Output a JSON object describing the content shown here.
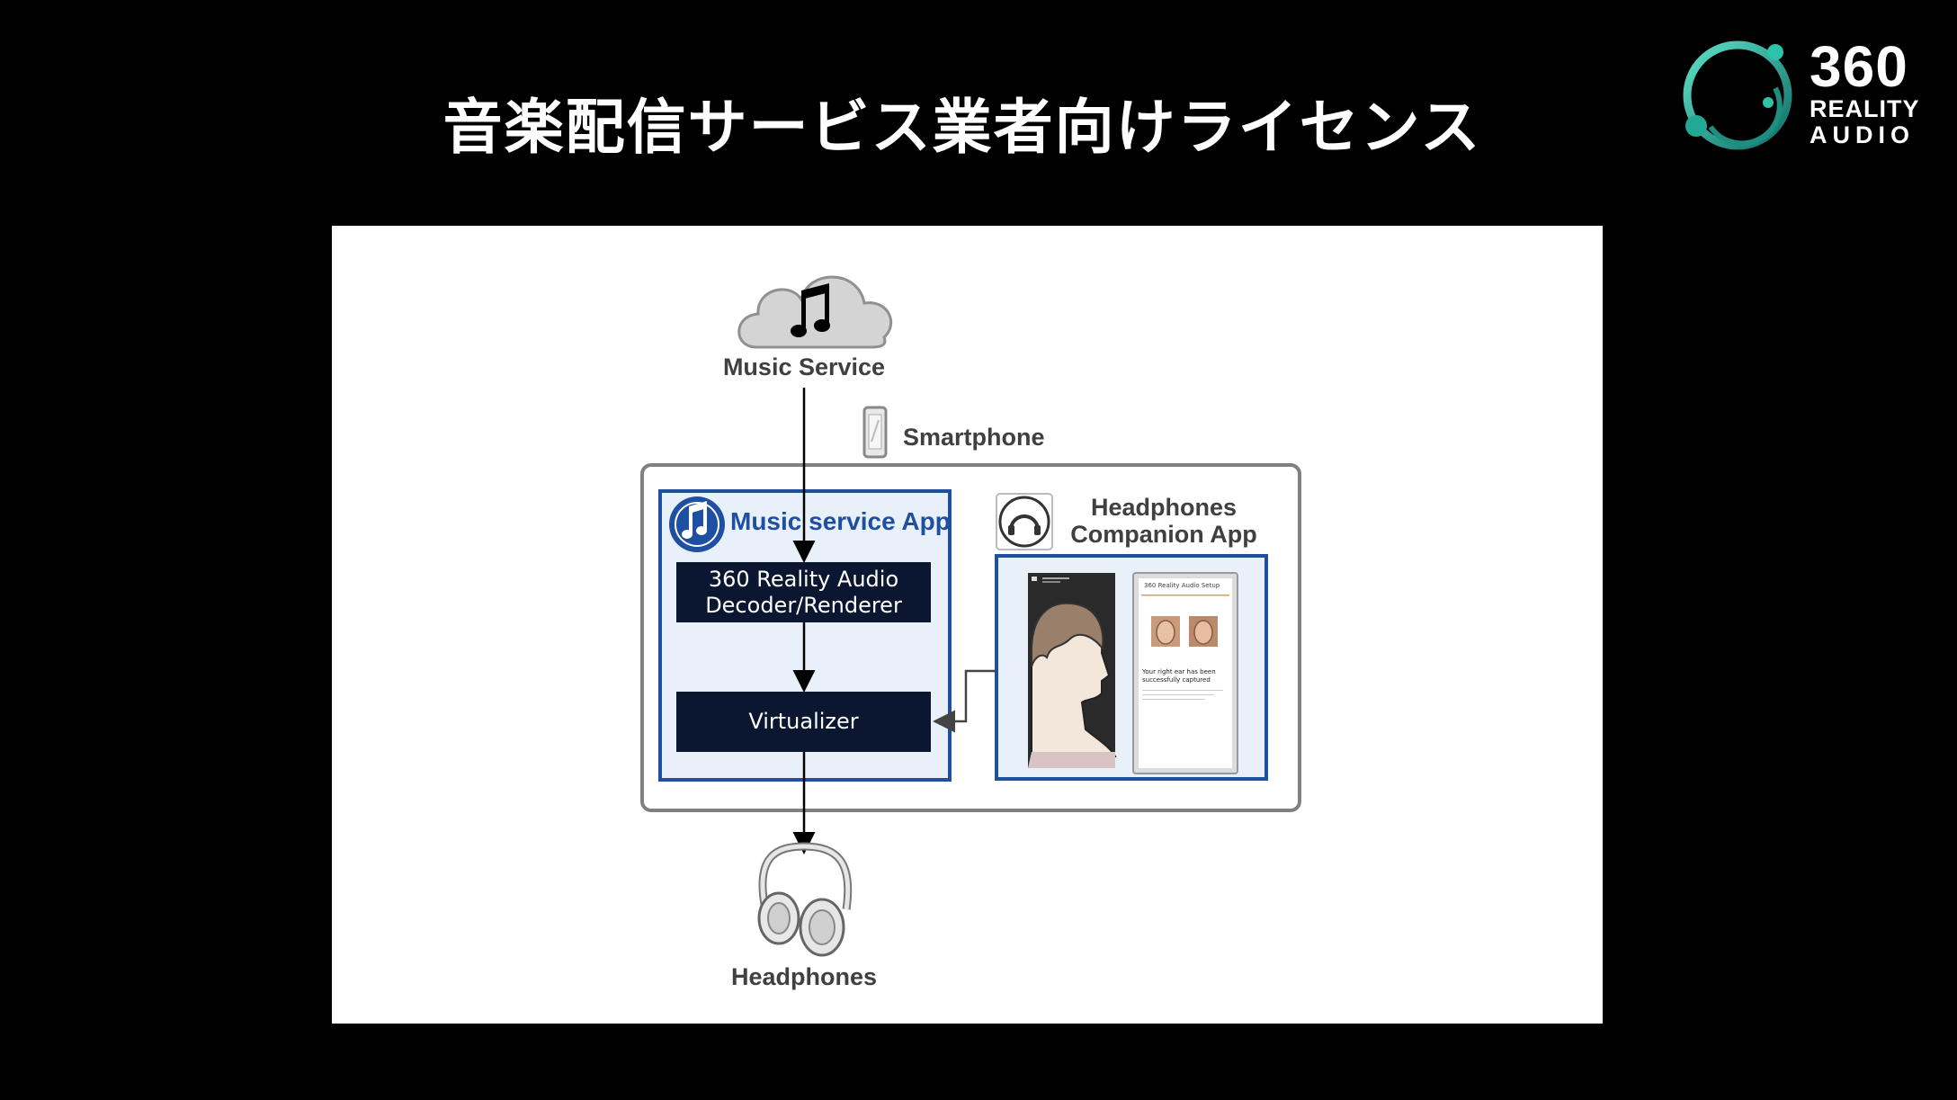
{
  "slide": {
    "title": "音楽配信サービス業者向けライセンス"
  },
  "logo": {
    "line1": "360",
    "line2": "REALITY",
    "line3": "AUDIO"
  },
  "diagram": {
    "music_service": "Music Service",
    "smartphone": "Smartphone",
    "music_app": "Music service App",
    "decoder": "360 Reality Audio Decoder/Renderer",
    "virtualizer": "Virtualizer",
    "companion_app_line1": "Headphones",
    "companion_app_line2": "Companion App",
    "headphones": "Headphones",
    "phone_screen_title": "360 Reality Audio Setup",
    "phone_screen_message": "Your right ear has been successfully captured"
  },
  "colors": {
    "app_blue": "#1f4fa0",
    "dark_box": "#0b1730",
    "panel_bg": "#ffffff",
    "slide_bg": "#000000",
    "logo_teal": "#2bb5a0"
  }
}
